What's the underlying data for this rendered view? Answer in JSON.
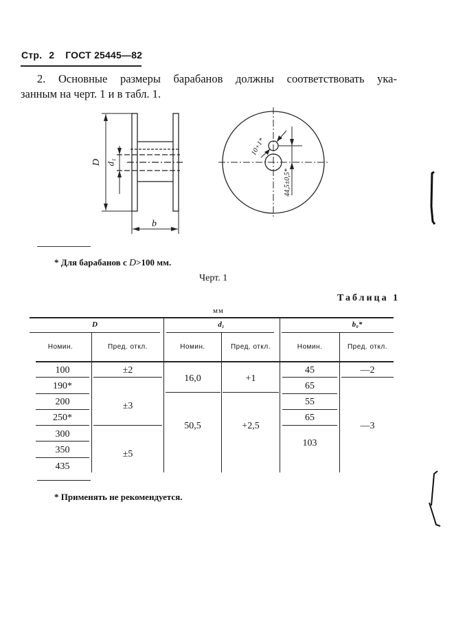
{
  "header": {
    "page_label": "Стр.",
    "page_number": "2",
    "standard": "ГОСТ 25445—82"
  },
  "paragraph": {
    "line1": "2. Основные размеры барабанов должны соответствовать ука-",
    "line2": "занным на черт. 1 и в табл. 1."
  },
  "drawing": {
    "side_view": {
      "label_D": "D",
      "label_d1": "d₁",
      "label_b": "b"
    },
    "front_view": {
      "label_hole_dia": "10+1*",
      "label_offset": "44,5±0,5*"
    },
    "footnote": "* Для барабанов с ",
    "footnote_var": "D",
    "footnote_rest": ">100 мм.",
    "caption": "Черт. 1"
  },
  "table": {
    "title": "Таблица 1",
    "units": "мм",
    "groups": [
      {
        "label": "D"
      },
      {
        "label": "d₁"
      },
      {
        "label": "b₀*"
      }
    ],
    "column_headers": [
      "Номин.",
      "Пред. откл.",
      "Номин.",
      "Пред. откл.",
      "Номин.",
      "Пред. откл."
    ],
    "D_nominal": [
      "100",
      "190*",
      "200",
      "250*",
      "300",
      "350",
      "435"
    ],
    "D_tolerance": [
      {
        "value": "±2",
        "rows": "100"
      },
      {
        "value": "±3",
        "rows": "190–250"
      },
      {
        "value": "±5",
        "rows": "300–435"
      }
    ],
    "d1_nominal": [
      {
        "value": "16,0",
        "rows": "100–190"
      },
      {
        "value": "50,5",
        "rows": "200–435"
      }
    ],
    "d1_tolerance": [
      {
        "value": "+1",
        "rows": "100–190"
      },
      {
        "value": "+2,5",
        "rows": "200–435"
      }
    ],
    "b_nominal": [
      "45",
      "65",
      "55",
      "65",
      "103"
    ],
    "b_tolerance": [
      {
        "value": "—2",
        "rows": "100"
      },
      {
        "value": "—3",
        "rows": "190–435"
      }
    ],
    "footnote": "* Применять не рекомендуется."
  }
}
